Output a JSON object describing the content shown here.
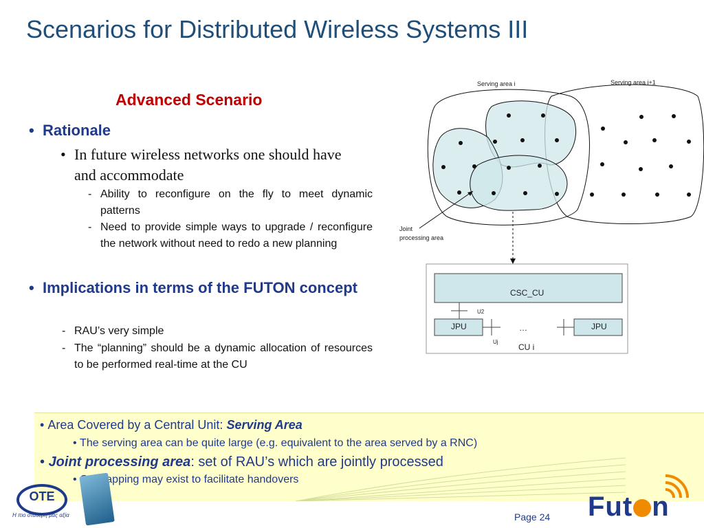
{
  "title": "Scenarios for Distributed Wireless Systems III",
  "subtitle": "Advanced Scenario",
  "left": {
    "rationale": "Rationale",
    "rationale_sub": "In future wireless networks one should have and accommodate",
    "rationale_items": [
      "Ability to reconfigure on the fly to meet dynamic patterns",
      "Need to provide simple ways to upgrade / reconfigure the network without need to redo a new planning"
    ],
    "implications": "Implications in terms of the FUTON concept",
    "implications_items": [
      "RAU’s very simple",
      "The “planning” should be a dynamic allocation of resources to be performed real-time at the CU"
    ]
  },
  "diagram": {
    "serving_area_i": "Serving area i",
    "serving_area_i1": "Serving area i+1",
    "joint_label_1": "Joint",
    "joint_label_2": "processing area",
    "csc": "CSC_CU",
    "u2": "U2",
    "jpu_left": "JPU",
    "dots": "…",
    "jpu_right": "JPU",
    "uj": "Uj",
    "cu": "CU i"
  },
  "bottom": {
    "item1_prefix": "Area Covered by a Central Unit: ",
    "item1_em": "Serving Area",
    "item1_sub": "The serving area can be quite large (e.g. equivalent to the area served by a RNC)",
    "item2_em": "Joint processing area",
    "item2_rest": ": set of RAU’s which are jointly processed",
    "item2_sub": "Overlapping may exist to facilitate handovers"
  },
  "footer": {
    "page": "Page 24",
    "futon_a": "Fut",
    "futon_b": "n",
    "ote": "OTE",
    "tagline": "Η πιο σταθερή μας αξία"
  },
  "colors": {
    "title": "#1f4e79",
    "subtitle": "#c00000",
    "bullet": "#1f3a8a",
    "box_fill": "#cfe7ea",
    "bottom_bg": "#ffffcc"
  }
}
